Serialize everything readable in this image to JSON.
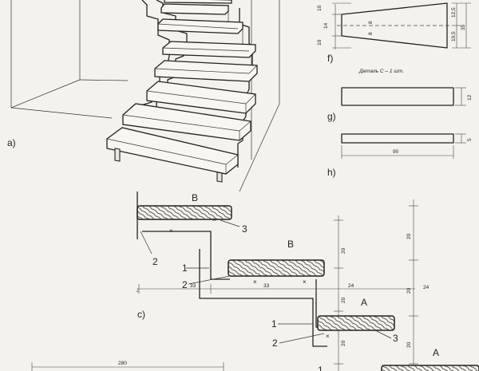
{
  "labels": {
    "a": "a)",
    "c": "c)",
    "f": "f)",
    "g": "g)",
    "h": "h)"
  },
  "part_caption": "Деталь С – 1 шт.",
  "section_labels": {
    "b_top": "B",
    "b_mid": "B",
    "a_mid": "A",
    "a_low": "A"
  },
  "callouts": {
    "n3_top": "3",
    "n2_top": "2",
    "n1_mid": "1",
    "n2_mid": "2",
    "n1_low": "1",
    "n2_low": "2",
    "n3_low": "3",
    "n1_bottom": "1"
  },
  "dimensions": {
    "f_10_top": "10",
    "f_14": "14",
    "f_10_bot": "10",
    "f_8a": "8",
    "f_8b": "8",
    "f_12_5": "12,5",
    "f_35": "35",
    "f_10_5": "10,5",
    "g_12": "12",
    "h_5": "5",
    "h_90": "90",
    "c_33_left": "33",
    "c_33_right": "33",
    "c_24_left": "24",
    "c_24_right": "24",
    "c_20_a": "20",
    "c_20_b": "20",
    "c_20_c": "20",
    "c_20_d": "20",
    "c_20_e": "20",
    "c_20_f": "20",
    "c_280": "280"
  }
}
